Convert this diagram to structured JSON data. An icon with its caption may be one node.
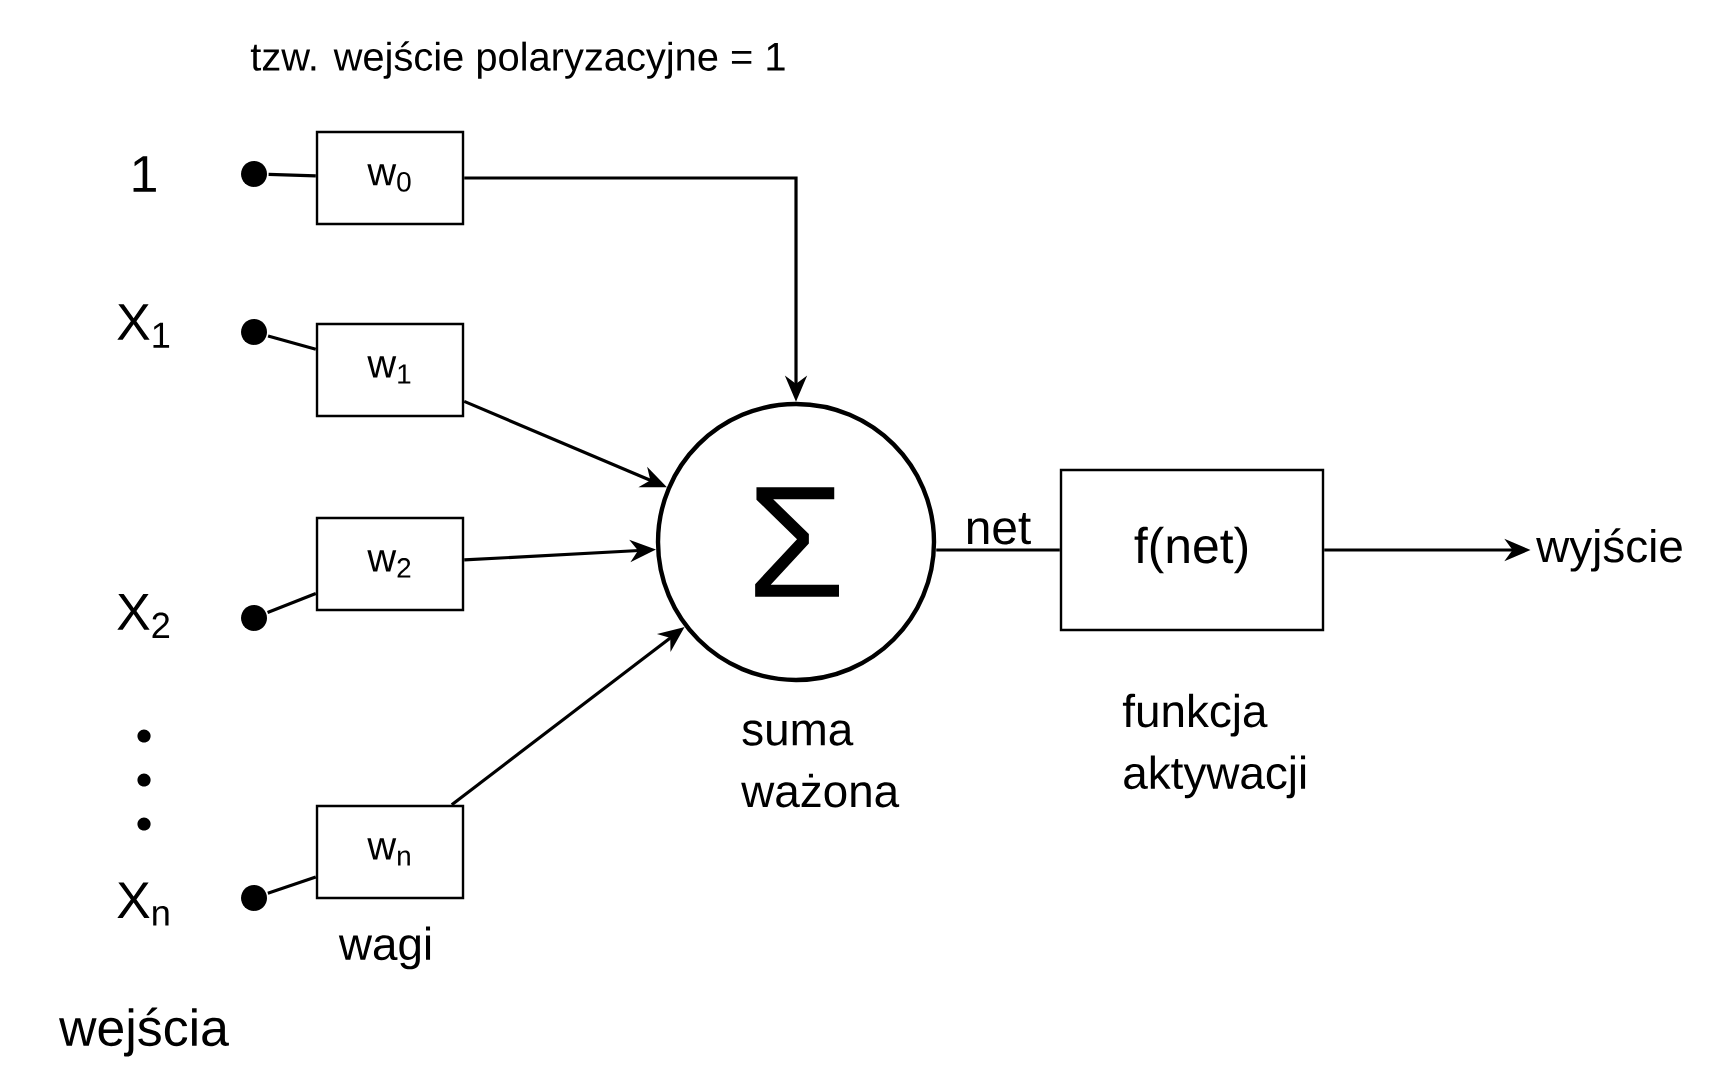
{
  "diagram": {
    "title": "tzw. wejście polaryzacyjne = 1",
    "nodes": [
      {
        "text": [],
        "shape": "circle",
        "beside": [
          "1"
        ]
      },
      {
        "text": [],
        "shape": "circle",
        "beside": [
          "X$_{1}$"
        ]
      },
      {
        "text": [],
        "shape": "circle",
        "beside": [
          "X$_{2}$"
        ]
      },
      {
        "text": [],
        "shape": "circle",
        "beside": [
          "X$_{n}$"
        ]
      },
      {
        "text": [
          "w$_{0}$"
        ]
      },
      {
        "text": [
          "w$_{1}$"
        ]
      },
      {
        "text": [
          "w$_{2}$"
        ]
      },
      {
        "text": [
          "w$_{n}$"
        ],
        "beside": [
          "wagi"
        ]
      },
      {
        "text": [
          "Σ"
        ],
        "beside": [
          "suma ważona"
        ]
      },
      {
        "text": [
          "f(net)"
        ],
        "beside": [
          "funkcja aktywacji"
        ]
      },
      {
        "text": [
          "wyjście"
        ]
      }
    ],
    "edges": [
      {
        "from": 0,
        "to": 4,
        "arrow": "none"
      },
      {
        "from": 1,
        "to": 5,
        "arrow": "none"
      },
      {
        "from": 2,
        "to": 6,
        "arrow": "none"
      },
      {
        "from": 3,
        "to": 7,
        "arrow": "none"
      },
      {
        "from": 4,
        "to": 8,
        "arrow": "to"
      },
      {
        "from": 5,
        "to": 8,
        "arrow": "to"
      },
      {
        "from": 6,
        "to": 8,
        "arrow": "to"
      },
      {
        "from": 7,
        "to": 8,
        "arrow": "to"
      },
      {
        "from": 8,
        "to": 9,
        "arrow": "none",
        "label": "net"
      },
      {
        "from": 9,
        "to": 10,
        "arrow": "to"
      }
    ],
    "labels": [
      "wejścia"
    ]
  }
}
